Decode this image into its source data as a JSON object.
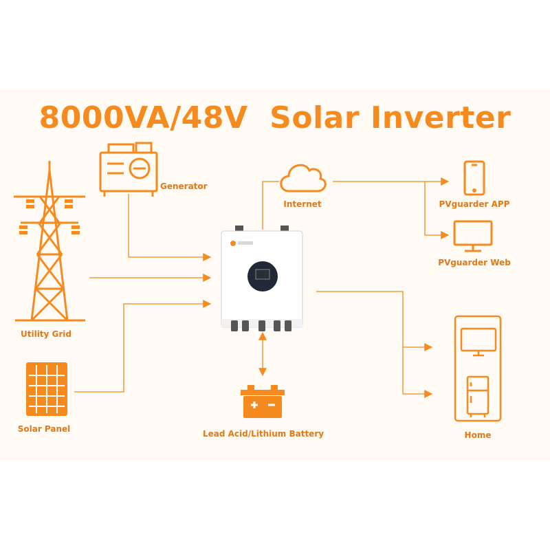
{
  "title": "8000VA/48V  Solar Inverter",
  "labels": {
    "generator": "Generator",
    "internet": "Internet",
    "app": "PVguarder  APP",
    "web": "PVguarder  Web",
    "utility_grid": "Utility Grid",
    "solar_panel": "Solar Panel",
    "battery": "Lead Acid/Lithium Battery",
    "home": "Home"
  },
  "colors": {
    "accent": "#f58b1f",
    "line": "#f29a3c",
    "background": "#fffaf4"
  }
}
